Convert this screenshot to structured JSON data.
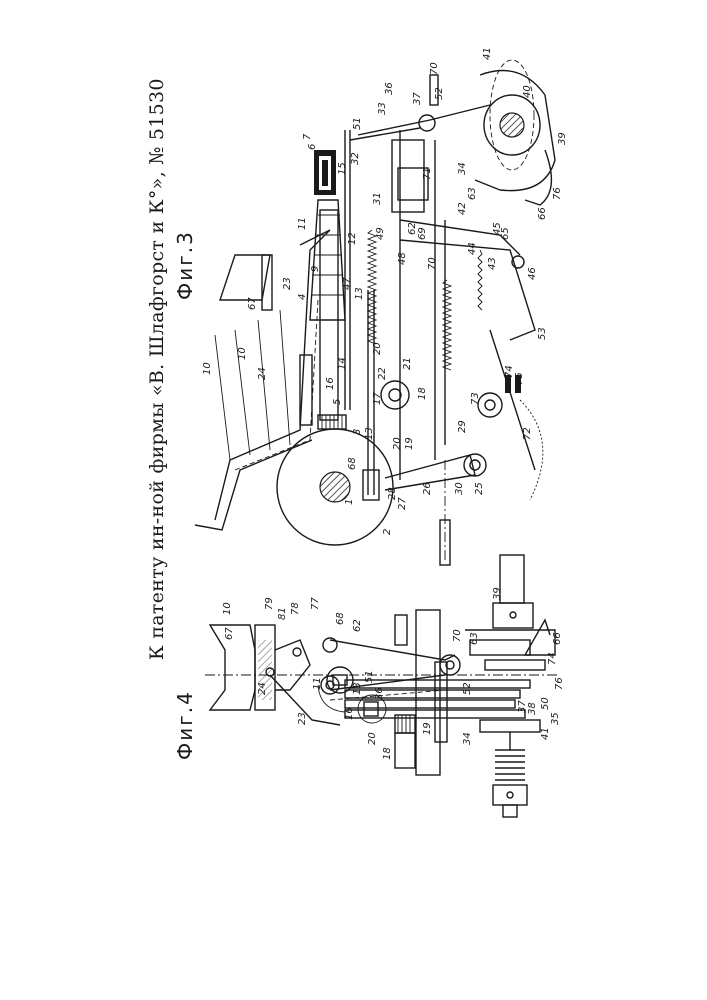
{
  "document": {
    "header": "К патенту ин-ной фирмы «В. Шлафгорст и К°», № 51530",
    "patent_number": "51530",
    "figures": [
      {
        "id": "fig3",
        "label": "Фиг.3",
        "part_numbers": [
          "1",
          "2",
          "3",
          "4",
          "5",
          "6",
          "7",
          "8",
          "9",
          "10",
          "11",
          "12",
          "13",
          "14",
          "15",
          "16",
          "17",
          "18",
          "19",
          "20",
          "21",
          "22",
          "23",
          "24",
          "25",
          "26",
          "27",
          "28",
          "29",
          "30",
          "31",
          "32",
          "33",
          "34",
          "36",
          "37",
          "39",
          "40",
          "41",
          "42",
          "43",
          "44",
          "45",
          "46",
          "47",
          "48",
          "49",
          "51",
          "52",
          "53",
          "62",
          "63",
          "65",
          "66",
          "67",
          "68",
          "69",
          "70",
          "71",
          "72",
          "73",
          "74",
          "75",
          "76"
        ]
      },
      {
        "id": "fig4",
        "label": "Фиг.4",
        "part_numbers": [
          "10",
          "11",
          "13",
          "16",
          "18",
          "19",
          "20",
          "23",
          "24",
          "34",
          "35",
          "36",
          "37",
          "38",
          "39",
          "41",
          "50",
          "51",
          "52",
          "62",
          "63",
          "66",
          "67",
          "68",
          "70",
          "74",
          "76",
          "77",
          "78",
          "79",
          "80",
          "81"
        ]
      }
    ]
  }
}
